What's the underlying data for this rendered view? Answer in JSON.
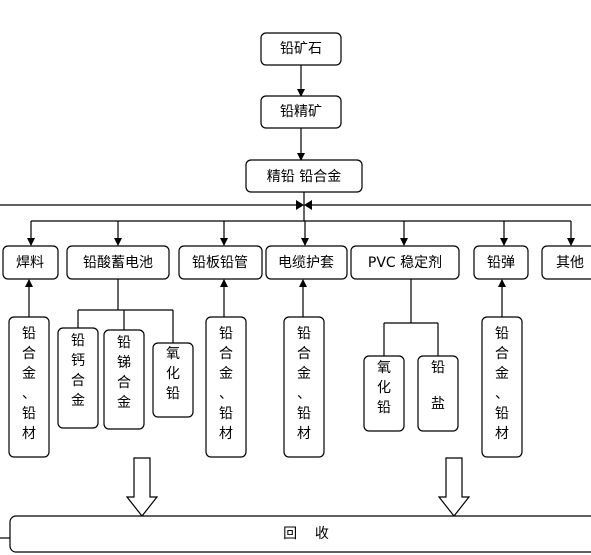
{
  "chain": {
    "ore": "铅矿石",
    "concentrate": "铅精矿",
    "refined": "精铅  铅合金"
  },
  "products": [
    {
      "id": "solder",
      "label": "焊料"
    },
    {
      "id": "battery",
      "label": "铅酸蓄电池"
    },
    {
      "id": "plate",
      "label": "铅板铅管"
    },
    {
      "id": "cable",
      "label": "电缆护套"
    },
    {
      "id": "pvc",
      "label": "PVC 稳定剂"
    },
    {
      "id": "shot",
      "label": "铅弹"
    },
    {
      "id": "other",
      "label": "其他"
    }
  ],
  "sources": {
    "solder": "铅合金、铅材",
    "battery": [
      "铅钙合金",
      "铅锑合金",
      "氧化铅"
    ],
    "plate": "铅合金、铅材",
    "cable": "铅合金、铅材",
    "pvc": [
      "氧化铅",
      "铅盐"
    ],
    "shot": "铅合金、铅材"
  },
  "recycle": "回    收"
}
